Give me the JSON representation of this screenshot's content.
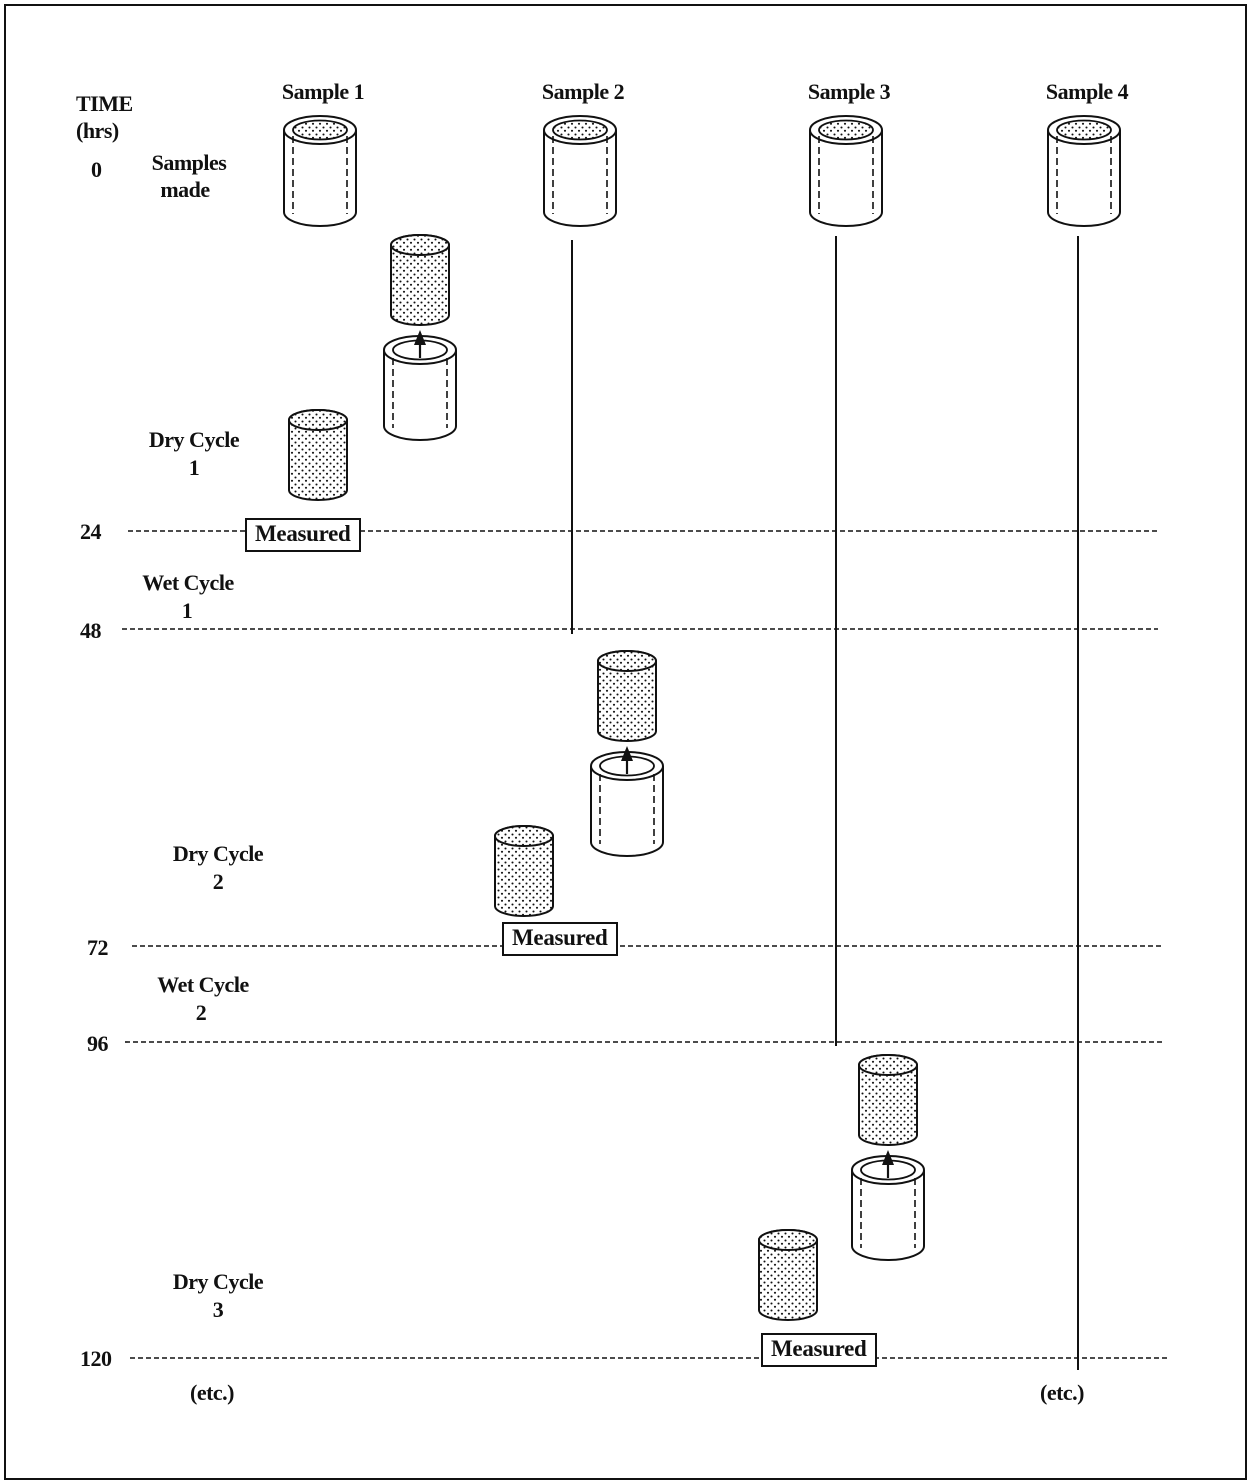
{
  "time_axis": {
    "heading": "TIME",
    "unit": "(hrs)",
    "marks": [
      "0",
      "24",
      "48",
      "72",
      "96",
      "120"
    ]
  },
  "samples": [
    {
      "label": "Sample 1"
    },
    {
      "label": "Sample 2"
    },
    {
      "label": "Sample 3"
    },
    {
      "label": "Sample 4"
    }
  ],
  "phases": {
    "samples_made": [
      "Samples",
      "made"
    ],
    "dry1": [
      "Dry Cycle",
      "1"
    ],
    "wet1": [
      "Wet Cycle",
      "1"
    ],
    "dry2": [
      "Dry Cycle",
      "2"
    ],
    "wet2": [
      "Wet Cycle",
      "2"
    ],
    "dry3": [
      "Dry Cycle",
      "3"
    ]
  },
  "measured_label": "Measured",
  "etc_label": "(etc.)",
  "colors": {
    "ink": "#111111",
    "paper": "#ffffff"
  }
}
